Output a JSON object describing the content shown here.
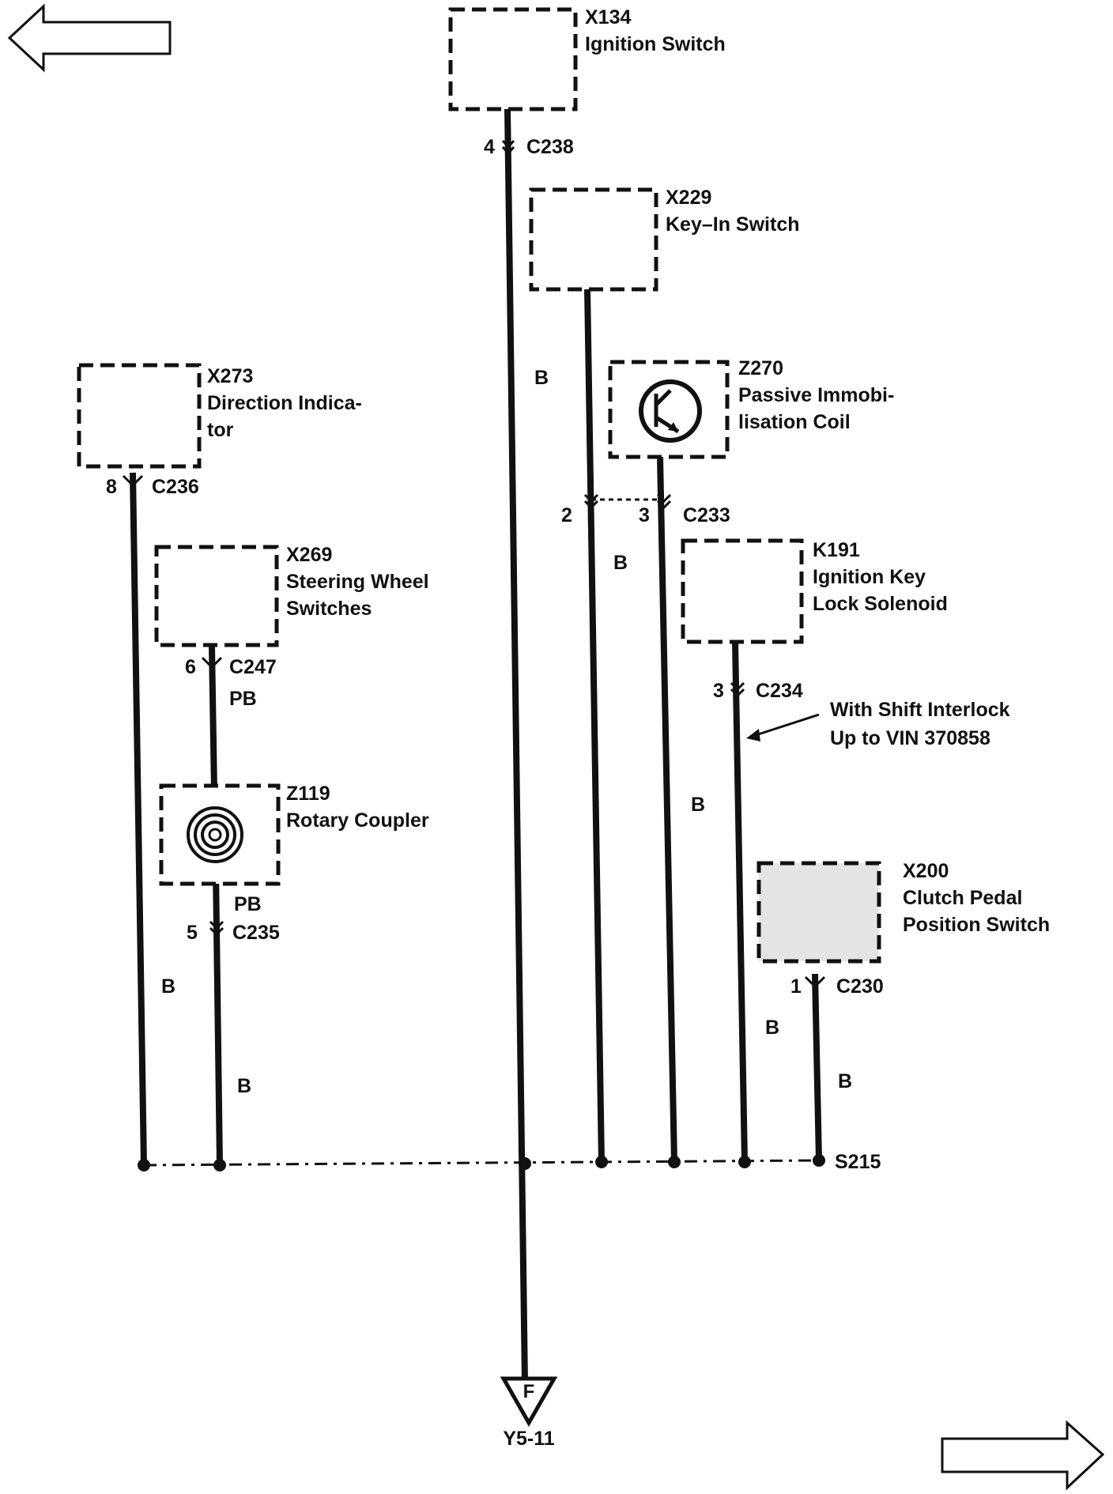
{
  "navigation": {
    "prev_icon": "arrow-left-icon",
    "next_icon": "arrow-right-icon"
  },
  "components": {
    "x134": {
      "id": "X134",
      "name": "Ignition Switch"
    },
    "x229": {
      "id": "X229",
      "name": "Key–In Switch"
    },
    "z270": {
      "id": "Z270",
      "name_line1": "Passive Immobi-",
      "name_line2": "lisation Coil",
      "icon": "transistor-icon"
    },
    "x273": {
      "id": "X273",
      "name_line1": "Direction Indica-",
      "name_line2": "tor"
    },
    "x269": {
      "id": "X269",
      "name_line1": "Steering Wheel",
      "name_line2": "Switches"
    },
    "k191": {
      "id": "K191",
      "name_line1": "Ignition Key",
      "name_line2": "Lock Solenoid"
    },
    "z119": {
      "id": "Z119",
      "name": "Rotary Coupler",
      "icon": "coil-icon"
    },
    "x200": {
      "id": "X200",
      "name_line1": "Clutch Pedal",
      "name_line2": "Position Switch"
    }
  },
  "connectors": {
    "c238": {
      "pin": "4",
      "label": "C238"
    },
    "c233": {
      "pin_a": "2",
      "pin_b": "3",
      "label": "C233"
    },
    "c236": {
      "pin": "8",
      "label": "C236"
    },
    "c247": {
      "pin": "6",
      "label": "C247"
    },
    "c235": {
      "pin": "5",
      "label": "C235"
    },
    "c234": {
      "pin": "3",
      "label": "C234"
    },
    "c230": {
      "pin": "1",
      "label": "C230"
    }
  },
  "wire_colors": {
    "x134_wire": "B",
    "x229_wire": "B",
    "z270_wire": "B",
    "x273_wire": "B",
    "x269_wire_upper": "PB",
    "z119_wire_mid": "PB",
    "z119_wire_lower": "B",
    "k191_wire": "B",
    "x200_wire": "B"
  },
  "note": {
    "line1": "With Shift Interlock",
    "line2": "Up to VIN 370858"
  },
  "splice": {
    "label": "S215"
  },
  "ground": {
    "symbol": "F",
    "label": "Y5-11"
  }
}
